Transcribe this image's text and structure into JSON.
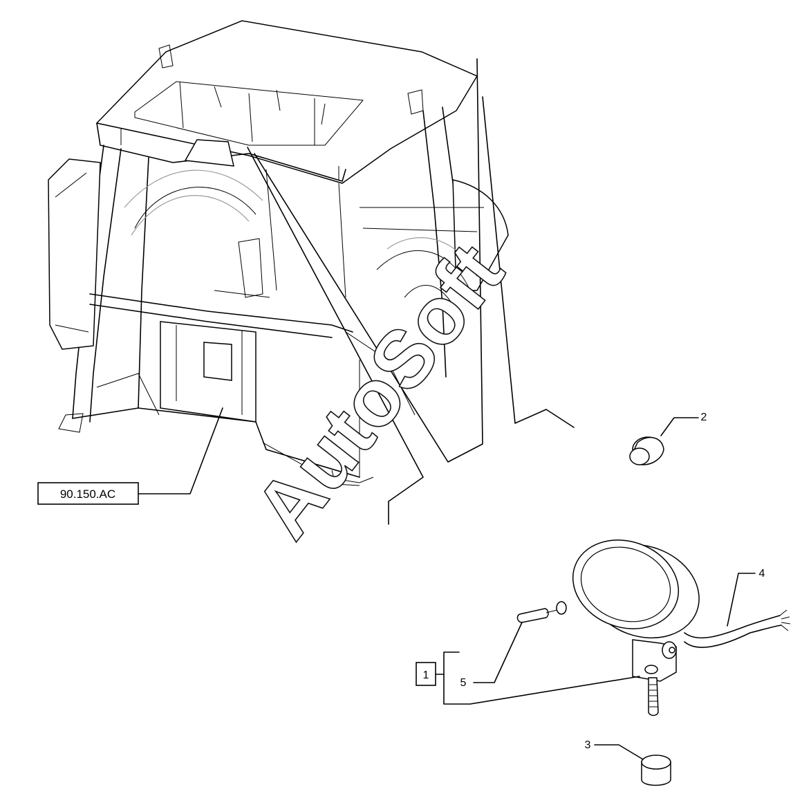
{
  "reference_box": "90.150.AC",
  "callouts": {
    "item_1": "1",
    "item_2": "2",
    "item_3": "3",
    "item_4": "4",
    "item_5": "5"
  },
  "watermark": "AutoSoft"
}
